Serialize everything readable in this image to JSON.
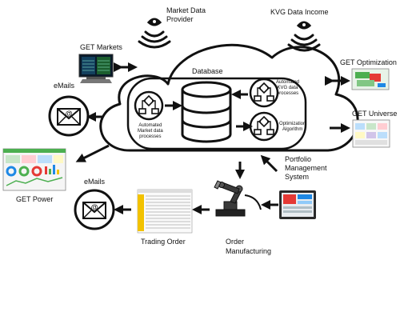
{
  "labels": {
    "market_data_provider_line1": "Market Data",
    "market_data_provider_line2": "Provider",
    "kvg_data_income": "KVG Data Income",
    "get_markets": "GET Markets",
    "get_optimization": "GET Optimization",
    "emails_top": "eMails",
    "database": "Database",
    "automated_kvg_line1": "Automated",
    "automated_kvg_line2": "KVG data",
    "automated_kvg_line3": "processes",
    "automated_market_line1": "Automated",
    "automated_market_line2": "Market data",
    "automated_market_line3": "processes",
    "optimization_algorithm_line1": "Optimization",
    "optimization_algorithm_line2": "Algorithm",
    "get_universe": "GET Universe",
    "get_power": "GET Power",
    "emails_bottom": "eMails",
    "portfolio_line1": "Portfolio",
    "portfolio_line2": "Management",
    "portfolio_line3": "System",
    "trading_order": "Trading Order",
    "order_line1": "Order",
    "order_line2": "Manufacturing"
  },
  "icons": {
    "eye": "eye-broadcast-icon",
    "envelope": "email-envelope-icon",
    "database": "database-cylinder-icon",
    "process": "flowchart-process-icon",
    "robot": "robot-arm-icon"
  },
  "colors": {
    "ink": "#111111",
    "cloud_fill": "#ffffff",
    "dashboard_green": "#4caf50",
    "dashboard_red": "#e53935",
    "dashboard_blue": "#1e88e5",
    "order_yellow": "#f2c200"
  }
}
